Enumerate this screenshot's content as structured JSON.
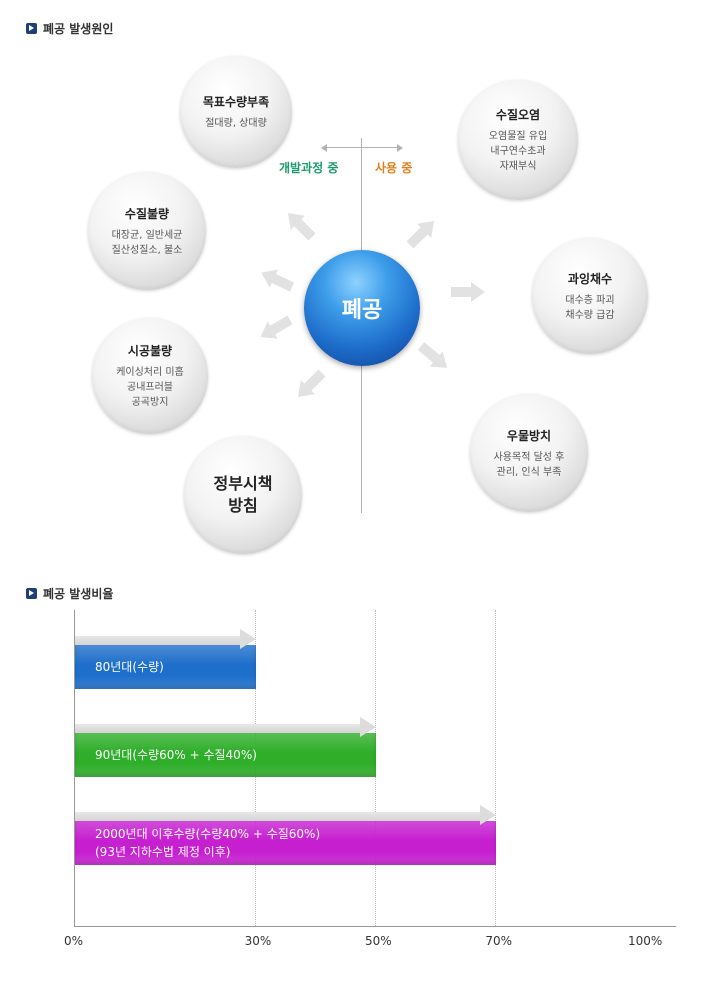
{
  "section1": {
    "title": "폐공 발생원인"
  },
  "section2": {
    "title": "폐공 발생비율"
  },
  "center": {
    "label": "폐공"
  },
  "axis": {
    "dev_label": "개발과정 중",
    "use_label": "사용 중"
  },
  "causes": {
    "goal_shortage": {
      "title": "목표수량부족",
      "lines": [
        "절대량, 상대량"
      ]
    },
    "quality_poor": {
      "title": "수질불량",
      "lines": [
        "대장균, 일반세균",
        "질산성질소, 불소"
      ]
    },
    "construction_poor": {
      "title": "시공불량",
      "lines": [
        "케이싱처리 미흡",
        "공내프러블",
        "공곡방지"
      ]
    },
    "govt_policy": {
      "title": "정부시책",
      "title2": "방침"
    },
    "water_pollution": {
      "title": "수질오염",
      "lines": [
        "오염물질 유입",
        "내구연수초과",
        "자재부식"
      ]
    },
    "over_pumping": {
      "title": "과잉채수",
      "lines": [
        "대수층 파괴",
        "채수량 급감"
      ]
    },
    "neglect": {
      "title": "우물방치",
      "lines": [
        "사용목적 달성 후",
        "관리, 인식 부족"
      ]
    }
  },
  "chart_data": {
    "type": "bar",
    "orientation": "horizontal",
    "categories": [
      "80년대(수량)",
      "90년대(수량60% + 수질40%)",
      "2000년대 이후수량(수량40% + 수질60%)\n(93년 지하수법 제정 이후)"
    ],
    "values": [
      30,
      50,
      70
    ],
    "xlim": [
      0,
      100
    ],
    "xticks": [
      "0%",
      "30%",
      "50%",
      "70%",
      "100%"
    ],
    "colors": [
      "#1e6fcb",
      "#2fae2a",
      "#c61fd0"
    ],
    "grid": true
  }
}
